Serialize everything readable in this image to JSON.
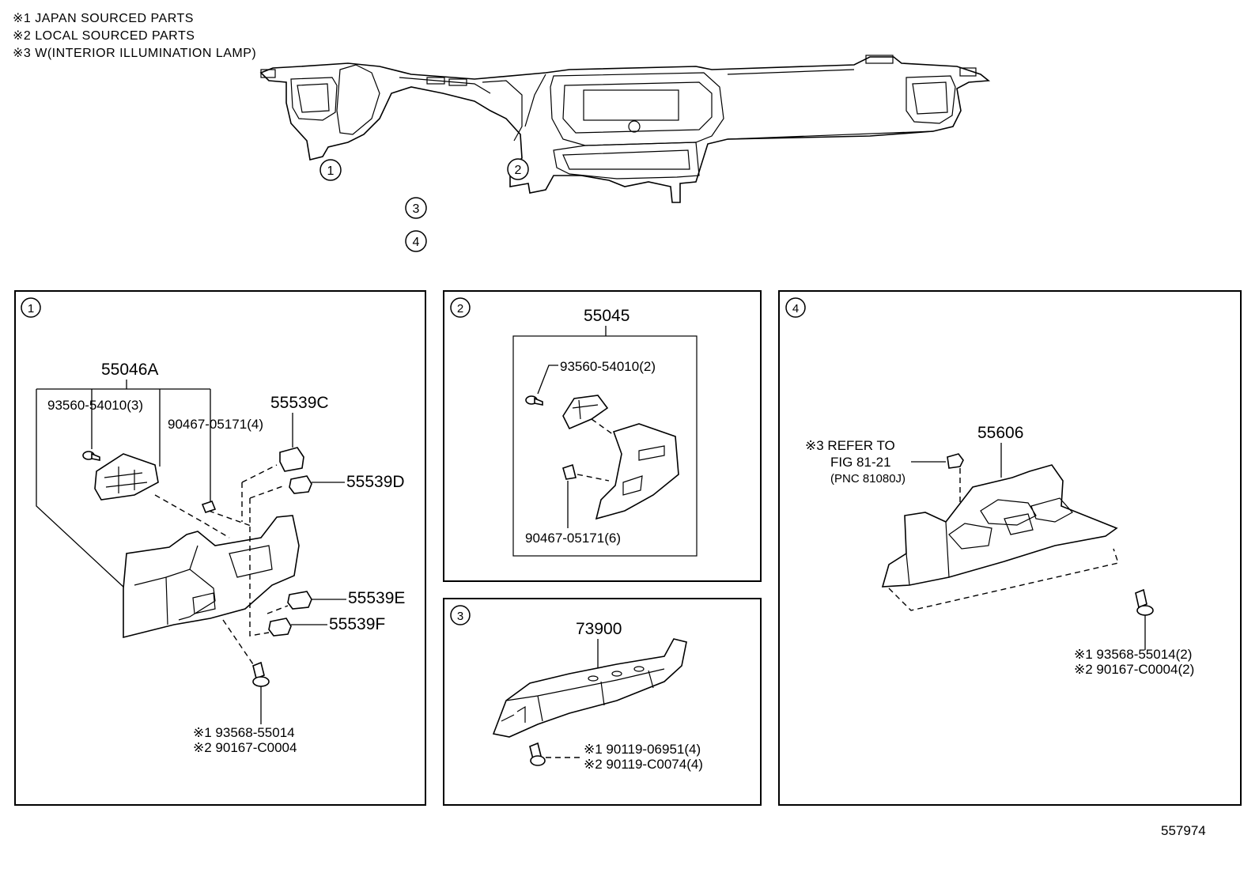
{
  "notes": [
    "※1 JAPAN SOURCED PARTS",
    "※2 LOCAL SOURCED PARTS",
    "※3 W(INTERIOR ILLUMINATION LAMP)"
  ],
  "overview": {
    "callouts": [
      "1",
      "2",
      "3",
      "4"
    ]
  },
  "panel1": {
    "index": "1",
    "parts": {
      "main": "55046A",
      "screw": "93560-54010(3)",
      "clip": "90467-05171(4)",
      "sw_c": "55539C",
      "sw_d": "55539D",
      "sw_e": "55539E",
      "sw_f": "55539F",
      "bolt1": "※1 93568-55014",
      "bolt2": "※2 90167-C0004"
    }
  },
  "panel2": {
    "index": "2",
    "parts": {
      "main": "55045",
      "screw": "93560-54010(2)",
      "clip": "90467-05171(6)"
    }
  },
  "panel3": {
    "index": "3",
    "parts": {
      "main": "73900",
      "bolt1": "※1 90119-06951(4)",
      "bolt2": "※2 90119-C0074(4)"
    }
  },
  "panel4": {
    "index": "4",
    "parts": {
      "main": "55606",
      "ref1": "※3 REFER TO",
      "ref2": "FIG 81-21",
      "ref3": "(PNC 81080J)",
      "bolt1": "※1 93568-55014(2)",
      "bolt2": "※2 90167-C0004(2)"
    }
  },
  "figure_number": "557974"
}
